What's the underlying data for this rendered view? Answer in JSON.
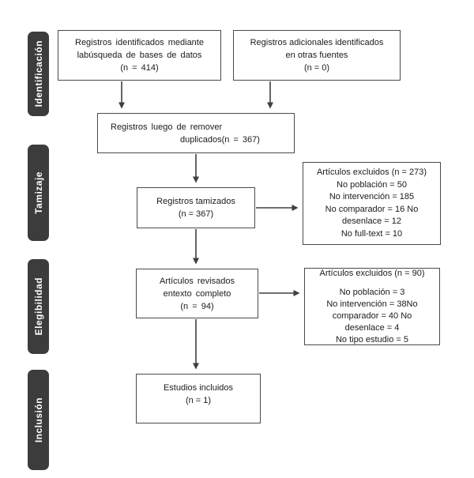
{
  "stages": [
    {
      "label": "Identificación"
    },
    {
      "label": "Tamizaje"
    },
    {
      "label": "Elegibilidad"
    },
    {
      "label": "Inclusión"
    }
  ],
  "boxes": {
    "db_search": {
      "lines": [
        "Registros identificados mediante",
        "labúsqueda de bases de datos",
        "(n = 414)"
      ]
    },
    "other_sources": {
      "lines": [
        "Registros adicionales identificados",
        "en otras fuentes",
        "(n = 0)"
      ]
    },
    "after_duplicates": {
      "lines": [
        "Registros luego de remover",
        "duplicados(n = 367)"
      ]
    },
    "screened": {
      "lines": [
        "Registros tamizados",
        "(n = 367)"
      ]
    },
    "excluded_screening": {
      "lines": [
        "Artículos excluidos (n = 273)",
        "No población = 50",
        "No intervención = 185",
        "No comparador = 16 No",
        "desenlace = 12",
        "No full-text = 10"
      ]
    },
    "fulltext_review": {
      "lines": [
        "Artículos revisados",
        "entexto completo",
        "(n = 94)"
      ]
    },
    "excluded_fulltext": {
      "lines": [
        "Artículos excluidos (n = 90)",
        "No población = 3",
        "No intervención = 38No",
        "comparador = 40 No",
        "desenlace = 4",
        "No tipo estudio = 5"
      ]
    },
    "included": {
      "lines": [
        "Estudios incluidos",
        "(n = 1)"
      ]
    }
  },
  "colors": {
    "stage_bg": "#3c3c3c",
    "stage_text": "#ffffff",
    "box_border": "#4a4a4a",
    "box_bg": "#ffffff",
    "text": "#1b1b1b",
    "arrow": "#3f3f3f",
    "background": "#ffffff"
  }
}
